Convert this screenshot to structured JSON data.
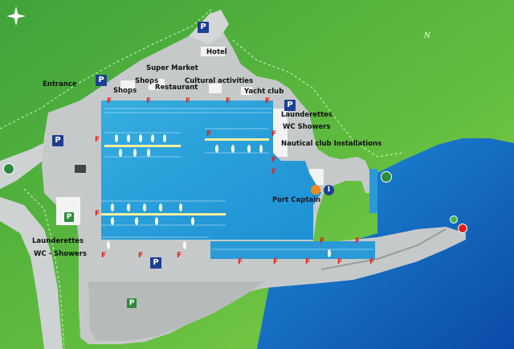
{
  "labels": {
    "hotel": "Hotel",
    "super_market": "Super Market",
    "shops_upper": "Shops",
    "shops_lower": "Shops",
    "restaurant": "Restaurant",
    "cultural": "Cultural activities",
    "yacht_club": "Yacht club",
    "entrance": "Entrance",
    "launderettes_right": "Launderettes",
    "wc_showers_right": "WC  Showers",
    "nautical_club": "Nautical club Installations",
    "port_captain": "Port Captain",
    "launderettes_left": "Launderettes",
    "wc_showers_left": "WC - Showers"
  },
  "compass": {
    "north": "N"
  },
  "parking_symbol": "P",
  "fuel_symbol": "F",
  "info_symbol": "i",
  "colors": {
    "land": "#4caf3a",
    "sea": "#1677c8",
    "marina": "#2fa6d6",
    "quay": "#c9cbcc",
    "parking": "#1c3f94",
    "fuel": "#e0201c"
  }
}
